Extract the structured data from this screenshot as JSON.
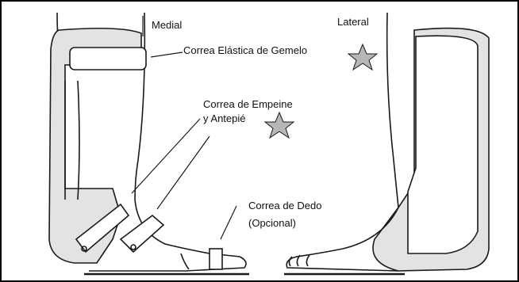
{
  "labels": {
    "medial": "Medial",
    "lateral": "Lateral",
    "calf_strap": "Correa Elástica de Gemelo",
    "instep_strap_line1": "Correa de Empeine",
    "instep_strap_line2": "y Antepié",
    "toe_strap_line1": "Correa de Dedo",
    "toe_strap_line2": "(Opcional)"
  },
  "colors": {
    "outline": "#1a1a1a",
    "brace_fill": "#e3e3e3",
    "star_fill": "#b7b7b7",
    "background": "#ffffff"
  },
  "icons": [
    "star-icon",
    "star-icon"
  ]
}
